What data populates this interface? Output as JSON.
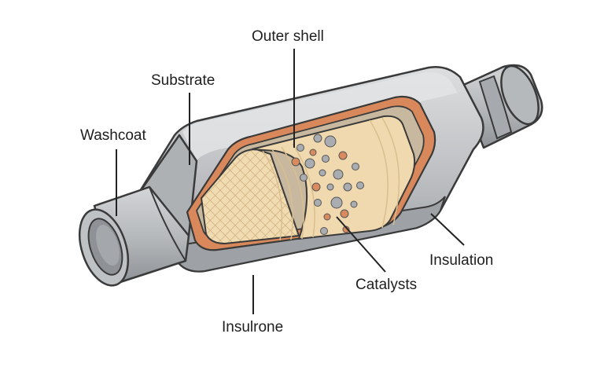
{
  "labels": {
    "outer_shell": "Outer shell",
    "substrate": "Substrate",
    "washcoat": "Washcoat",
    "insulation": "Insulation",
    "catalysts": "Catalysts",
    "insulation_zone": "Insulrone"
  },
  "colors": {
    "shell": "#b9bbbe",
    "shell_light": "#d7d9db",
    "shell_dark": "#8d9094",
    "outline": "#3a3a3a",
    "washcoat_layer": "#d9875a",
    "substrate_fill": "#f0d9ae",
    "honeycomb_line": "#c9a877",
    "catalyst_grey": "#a9acb0",
    "catalyst_orange": "#d98a5f"
  }
}
